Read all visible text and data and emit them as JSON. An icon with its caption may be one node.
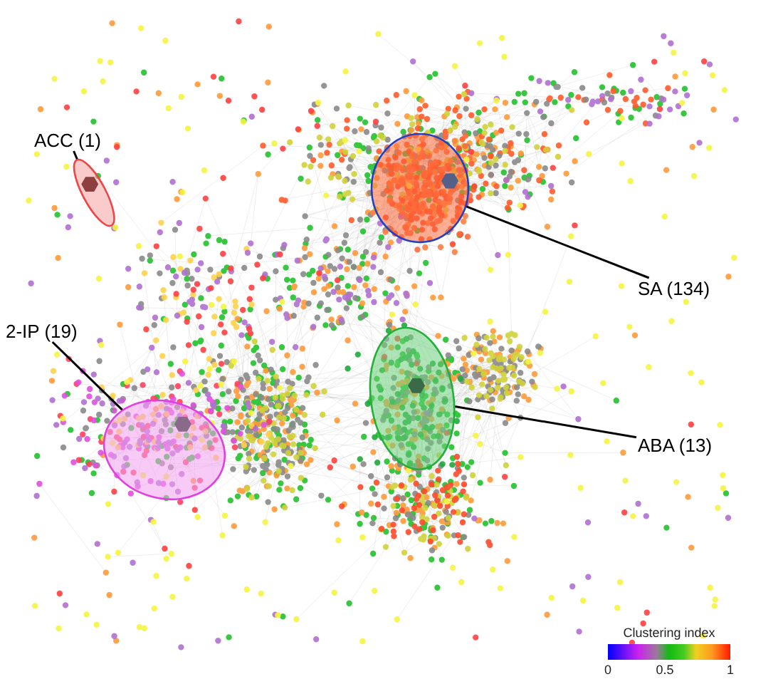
{
  "diagram": {
    "nodes": [
      {
        "text": [
          "ACC (1)"
        ]
      },
      {
        "text": [],
        "shape": "ellipse"
      },
      {
        "text": [
          "2-IP (19)"
        ]
      },
      {
        "text": [],
        "shape": "ellipse"
      },
      {
        "text": [
          "SA (134)"
        ]
      },
      {
        "text": [],
        "shape": "ellipse"
      },
      {
        "text": [
          "ABA (13)"
        ]
      },
      {
        "text": [],
        "shape": "ellipse"
      }
    ],
    "edges": [
      {
        "from": 0,
        "to": 1,
        "arrow": "none"
      },
      {
        "from": 2,
        "to": 3,
        "arrow": "none"
      },
      {
        "from": 4,
        "to": 5,
        "arrow": "none"
      },
      {
        "from": 6,
        "to": 7,
        "arrow": "none"
      }
    ],
    "labels": [
      "Clustering index",
      "0",
      "0.5",
      "1"
    ]
  }
}
